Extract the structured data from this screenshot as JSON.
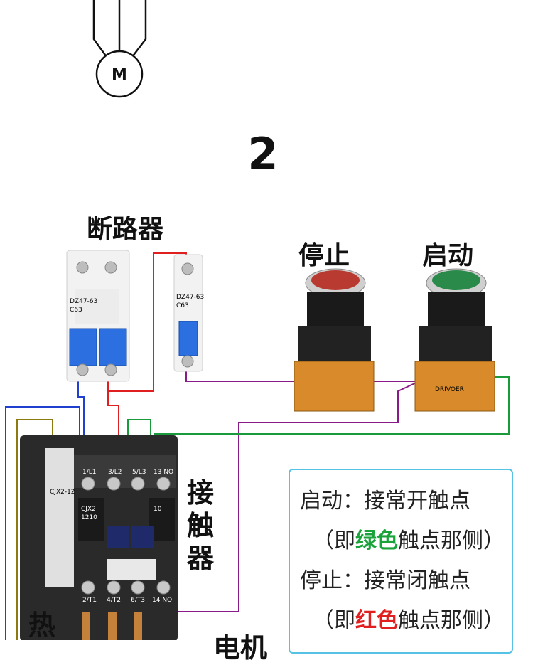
{
  "step_number": "2",
  "labels": {
    "breaker": "断路器",
    "stop": "停止",
    "start": "启动",
    "contactor": "接触器",
    "thermal_relay_partial": "热",
    "motor_partial": "电机",
    "motor_symbol": "M"
  },
  "note": {
    "line1": "启动：接常开触点",
    "line2_open": "（即",
    "line2_color": "绿色",
    "line2_close": "触点那侧）",
    "line3": "停止：接常闭触点",
    "line4_open": "（即",
    "line4_color": "红色",
    "line4_close": "触点那侧）"
  },
  "breaker_2p_text": {
    "model": "DZ47-63",
    "rating": "C63"
  },
  "breaker_1p_text": {
    "model": "DZ47-63",
    "rating": "C63"
  },
  "contactor_text": {
    "model": "CJX2-12",
    "code": "CJX2",
    "code2": "1210",
    "aux": "10",
    "t1": "1/L1",
    "t2": "3/L2",
    "t3": "5/L3",
    "t4": "13 NO",
    "b1": "2/T1",
    "b2": "4/T2",
    "b3": "6/T3",
    "b4": "14 NO"
  },
  "button_text": "DRIVOER",
  "colors": {
    "wire_red": "#e02020",
    "wire_blue": "#2040d0",
    "wire_purple": "#8a1a8a",
    "wire_green": "#1a9a3a",
    "wire_olive": "#8a7a10",
    "stop_button": "#b83a30",
    "start_button": "#2a8a4a",
    "note_border": "#56c3e6",
    "breaker_handle": "#2b6fe0"
  }
}
